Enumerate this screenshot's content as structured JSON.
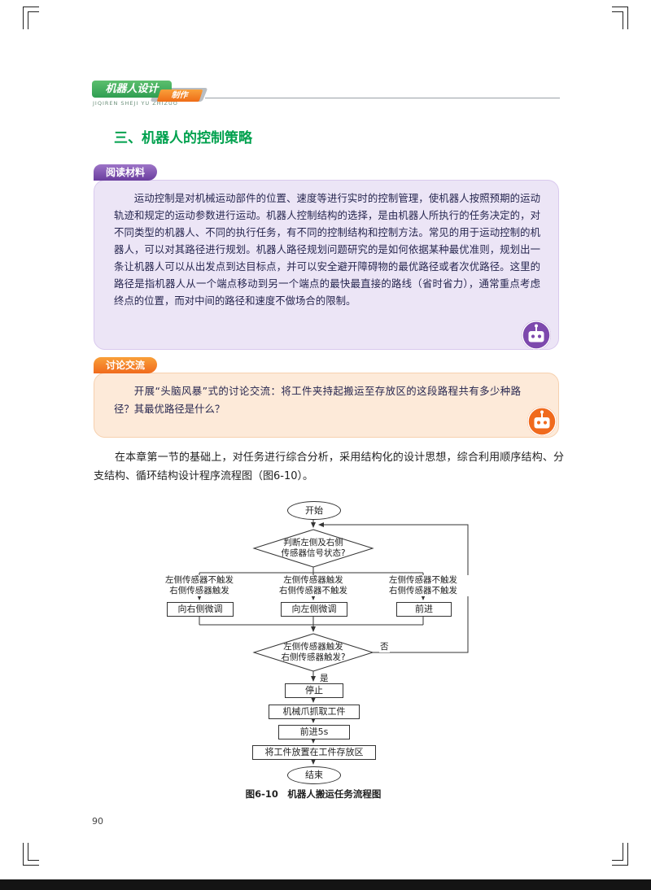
{
  "colors": {
    "brand_green": "#2f9e52",
    "accent_orange": "#f06a1d",
    "accent_purple": "#6a3d9e",
    "reading_bg": "#ece5f6",
    "discussion_bg": "#fdead9",
    "heading_green": "#00a14e"
  },
  "header": {
    "brand": "机器人设计",
    "brand_sub": "制作",
    "pinyin": "JIQIREN SHEJI YU ZHIZUO"
  },
  "section_title": "三、机器人的控制策略",
  "reading": {
    "tab": "阅读材料",
    "body": "运动控制是对机械运动部件的位置、速度等进行实时的控制管理，使机器人按照预期的运动轨迹和规定的运动参数进行运动。机器人控制结构的选择，是由机器人所执行的任务决定的，对不同类型的机器人、不同的执行任务，有不同的控制结构和控制方法。常见的用于运动控制的机器人，可以对其路径进行规划。机器人路径规划问题研究的是如何依据某种最优准则，规划出一条让机器人可以从出发点到达目标点，并可以安全避开障碍物的最优路径或者次优路径。这里的路径是指机器人从一个端点移动到另一个端点的最快最直接的路线（省时省力），通常重点考虑终点的位置，而对中间的路径和速度不做场合的限制。"
  },
  "discussion": {
    "tab": "讨论交流",
    "body": "开展“头脑风暴”式的讨论交流：将工件夹持起搬运至存放区的这段路程共有多少种路径？其最优路径是什么？"
  },
  "paragraph": "在本章第一节的基础上，对任务进行综合分析，采用结构化的设计思想，综合利用顺序结构、分支结构、循环结构设计程序流程图（图6-10）。",
  "flowchart": {
    "start": "开始",
    "decision1": "判断左侧及右侧\n传感器信号状态?",
    "branch_left_label": "左侧传感器不触发\n右侧传感器触发",
    "branch_mid_label": "左侧传感器触发\n右侧传感器不触发",
    "branch_right_label": "左侧传感器不触发\n右侧传感器不触发",
    "box_left": "向右侧微调",
    "box_mid": "向左侧微调",
    "box_right": "前进",
    "decision2": "左侧传感器触发\n右侧传感器触发?",
    "label_no": "否",
    "label_yes": "是",
    "step_stop": "停止",
    "step_grab": "机械爪抓取工件",
    "step_forward": "前进5s",
    "step_place": "将工件放置在工件存放区",
    "end": "结束",
    "caption": "图6-10　机器人搬运任务流程图"
  },
  "page_number": "90"
}
